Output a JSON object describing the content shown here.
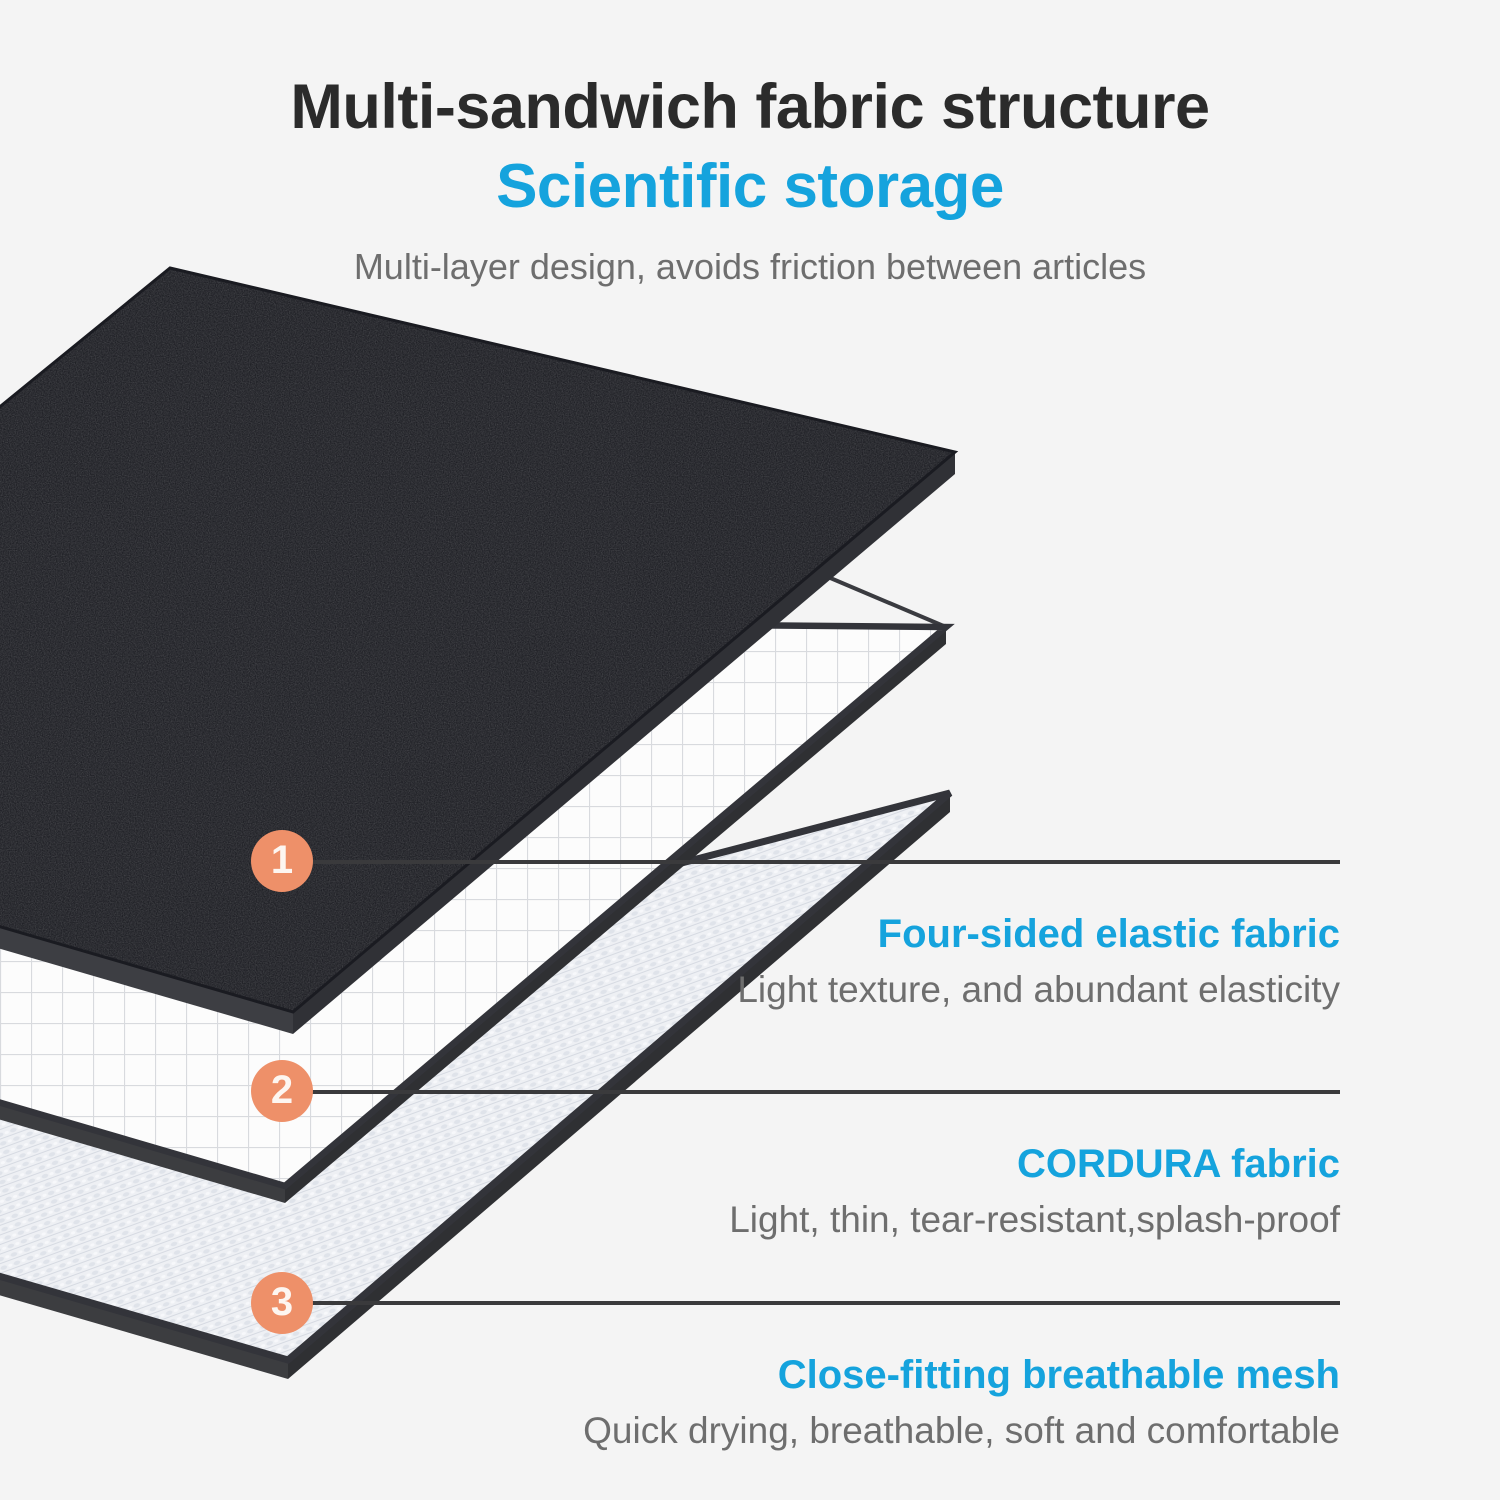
{
  "page": {
    "background_color": "#f4f4f4",
    "accent_blue": "#15a3dd",
    "badge_color": "#ee9069",
    "body_text_color": "#6e6e6e",
    "heading_color": "#2b2b2b"
  },
  "header": {
    "title": "Multi-sandwich fabric structure",
    "subtitle": "Scientific storage",
    "description": "Multi-layer design, avoids friction between articles"
  },
  "diagram": {
    "layers": [
      {
        "index": "1",
        "icon": "fabric-sheet-black",
        "fill": "#17181f",
        "texture": "woven-black-fabric"
      },
      {
        "index": "2",
        "icon": "fabric-sheet-grid",
        "fill": "#fbfbfb",
        "texture": "square-grid"
      },
      {
        "index": "3",
        "icon": "fabric-sheet-mesh",
        "fill": "#e7eaee",
        "texture": "diagonal-mesh-weave"
      }
    ]
  },
  "callouts": [
    {
      "badge": "1",
      "title": "Four-sided elastic fabric",
      "description": "Light texture, and abundant elasticity"
    },
    {
      "badge": "2",
      "title": "CORDURA fabric",
      "description": "Light, thin, tear-resistant,splash-proof"
    },
    {
      "badge": "3",
      "title": "Close-fitting breathable mesh",
      "description": "Quick drying, breathable, soft and comfortable"
    }
  ]
}
